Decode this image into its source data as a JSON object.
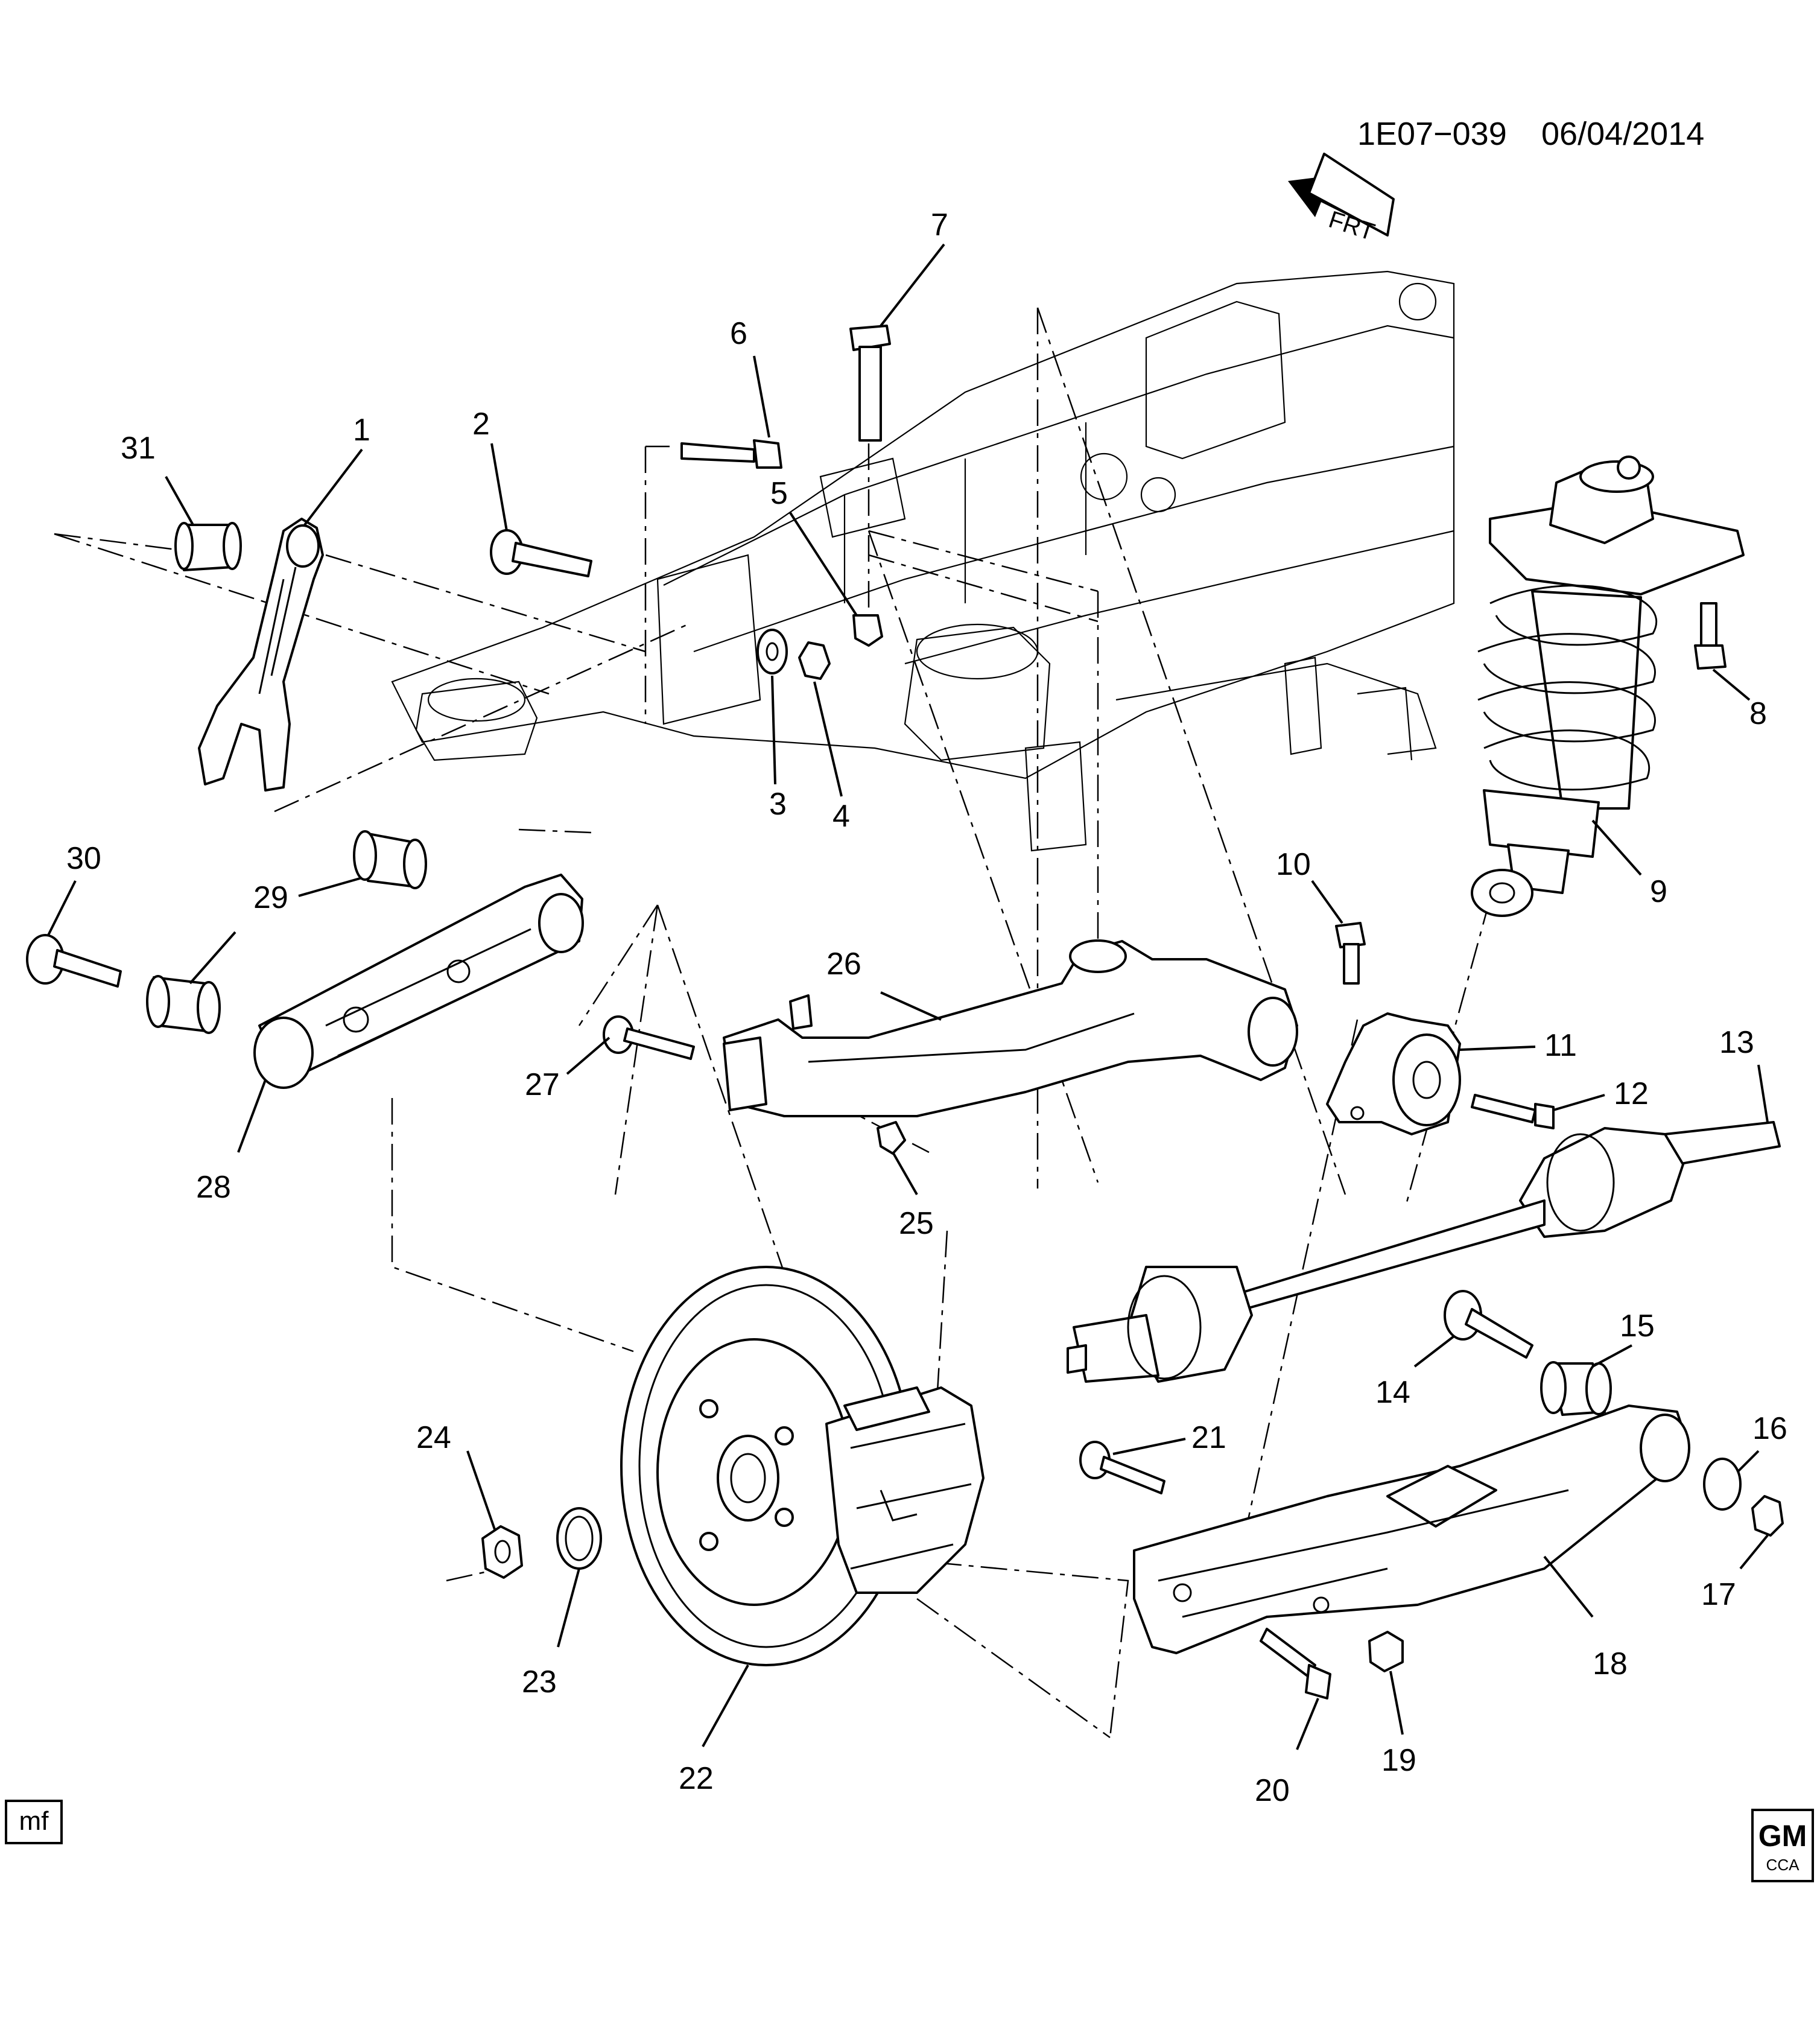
{
  "header": {
    "catalog_code": "1E07−039",
    "date": "06/04/2014"
  },
  "orientation": {
    "label": "FRT"
  },
  "footer": {
    "illustrator_tag": "mf",
    "brand_top": "GM",
    "brand_bottom": "CCA"
  },
  "callouts": {
    "c1": "1",
    "c2": "2",
    "c3": "3",
    "c4": "4",
    "c5": "5",
    "c6": "6",
    "c7": "7",
    "c8": "8",
    "c9": "9",
    "c10": "10",
    "c11": "11",
    "c12": "12",
    "c13": "13",
    "c14": "14",
    "c15": "15",
    "c16": "16",
    "c17": "17",
    "c18": "18",
    "c19": "19",
    "c20": "20",
    "c21": "21",
    "c22": "22",
    "c23": "23",
    "c24": "24",
    "c25": "25",
    "c26": "26",
    "c27": "27",
    "c28": "28",
    "c29": "29",
    "c30": "30",
    "c31": "31"
  }
}
